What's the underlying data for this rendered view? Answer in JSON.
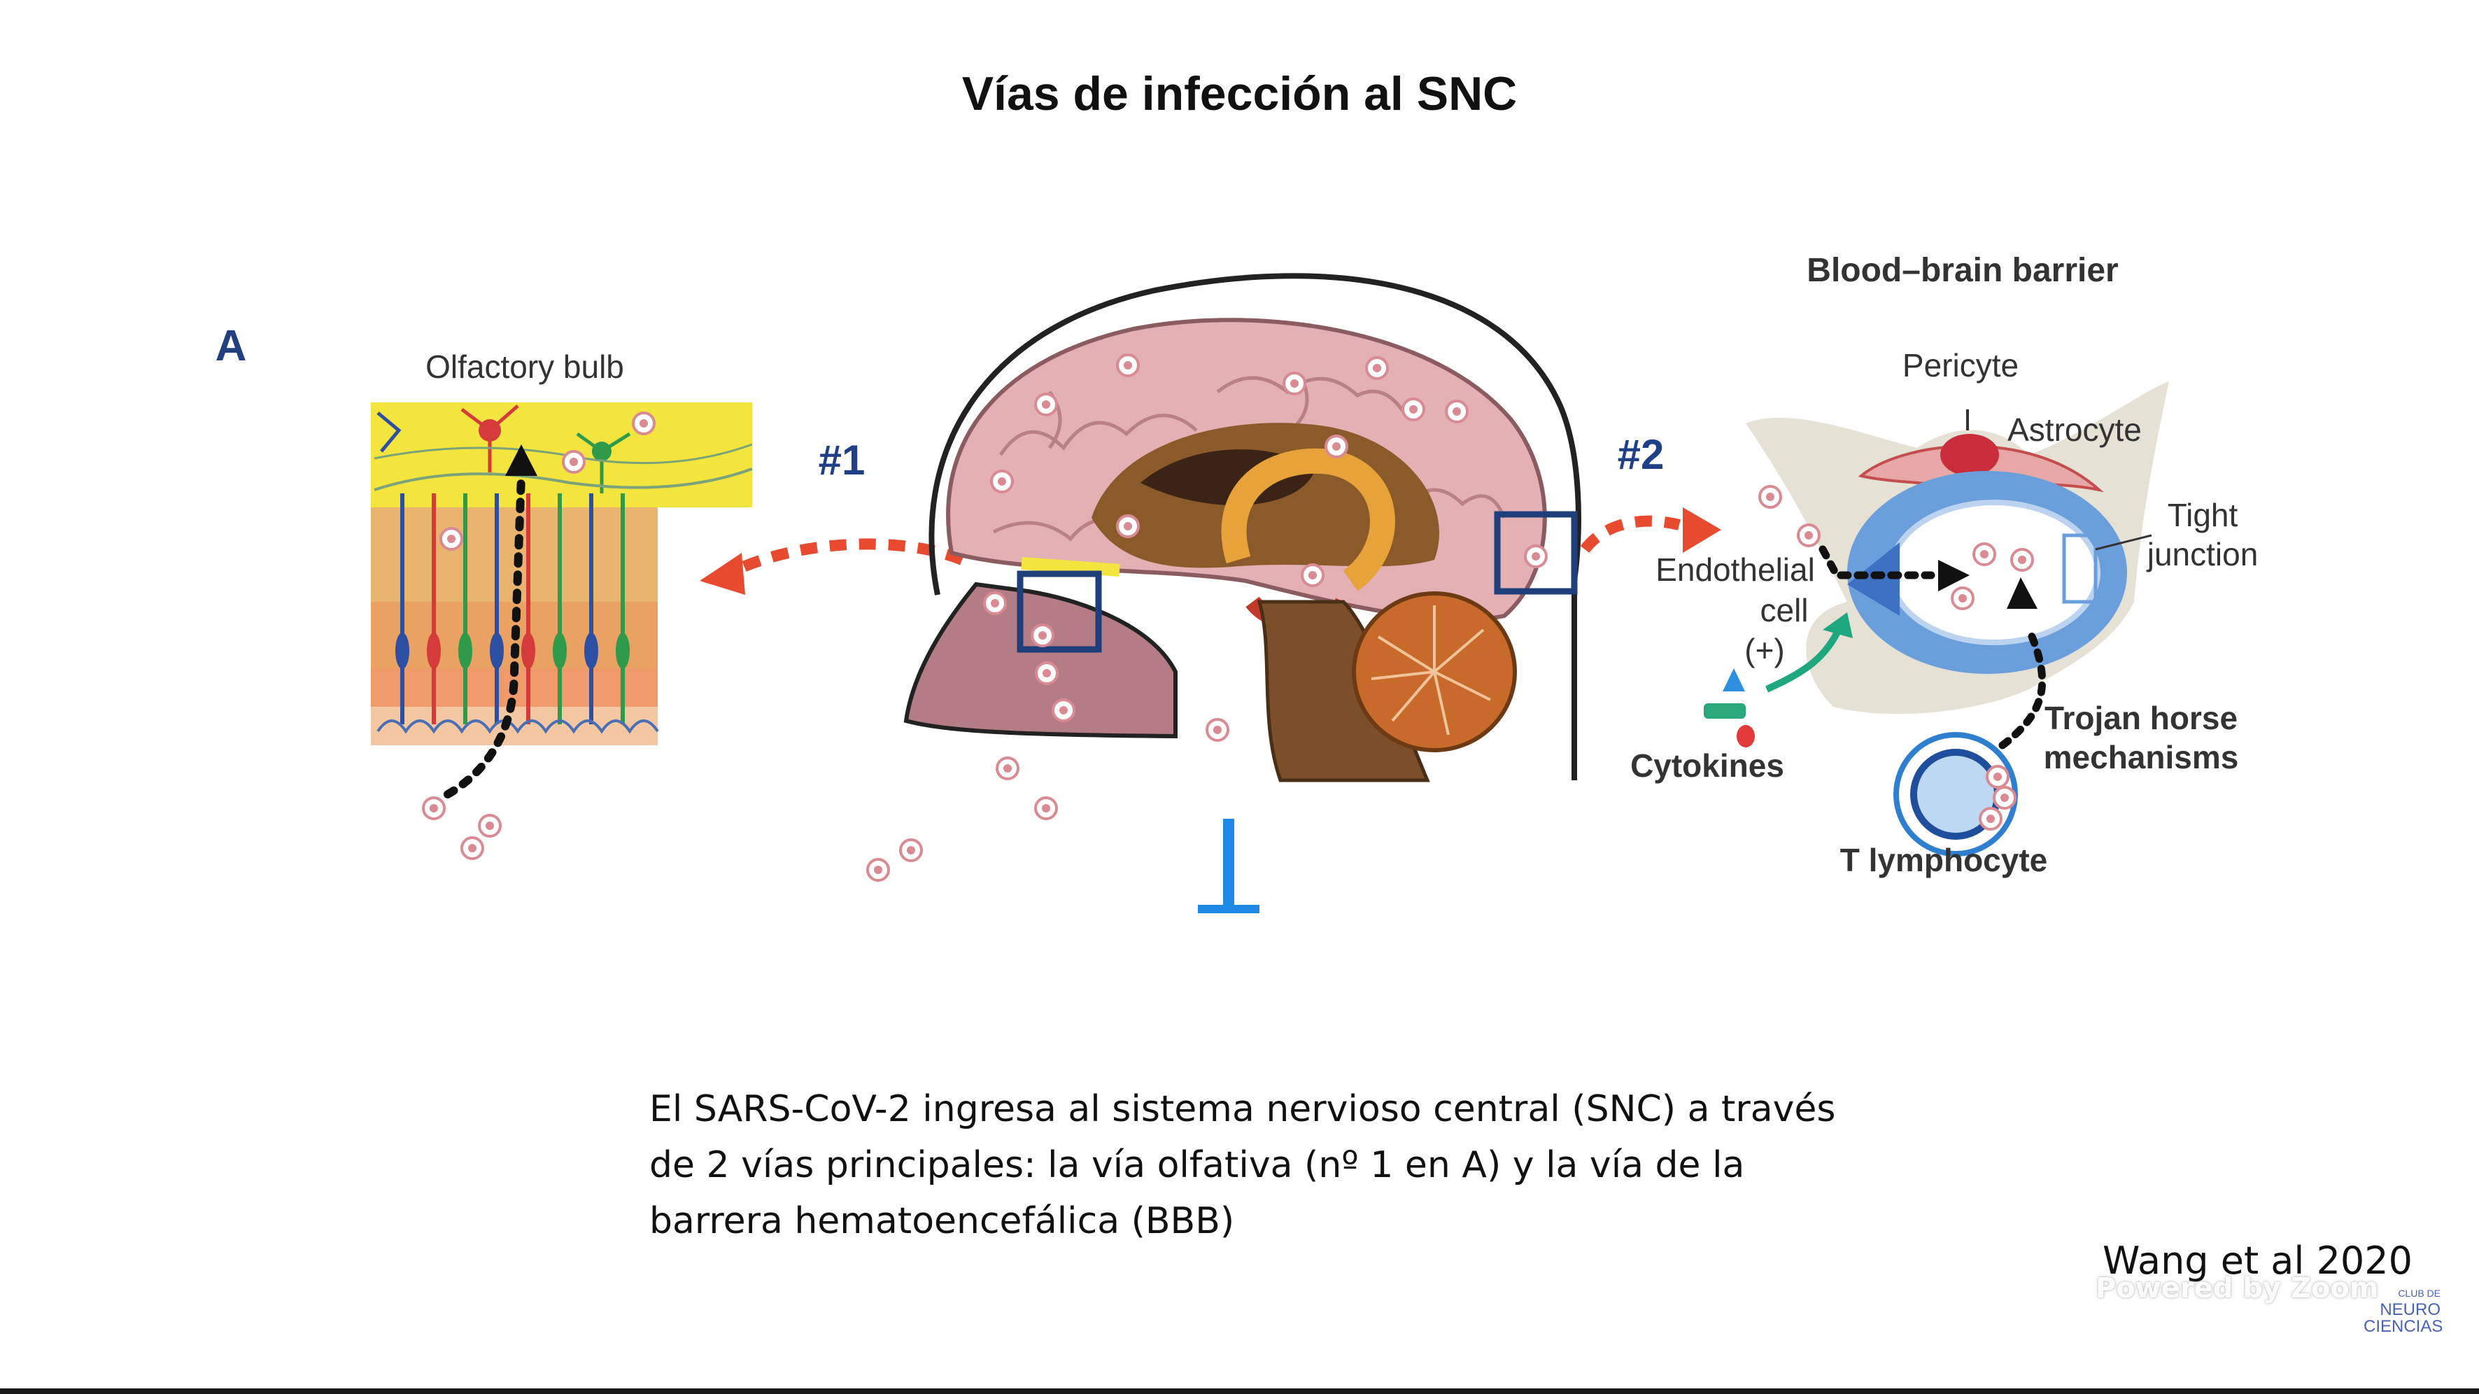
{
  "slide": {
    "title": "Vías de infección al SNC",
    "caption_lines": [
      "El SARS-CoV-2 ingresa al sistema nervioso central (SNC) a través",
      "de 2 vías principales: la vía olfativa (nº 1 en A) y la vía de la",
      "barrera hematoencefálica (BBB)"
    ],
    "citation": "Wang et al 2020"
  },
  "figure": {
    "panel_letter": "A",
    "olfactory_bulb_label": "Olfactory bulb",
    "route1_label": "#1",
    "route2_label": "#2",
    "bbb_title": "Blood–brain barrier",
    "pericyte_label": "Pericyte",
    "astrocyte_label": "Astrocyte",
    "tight_junction_lines": [
      "Tight",
      "junction"
    ],
    "endothelial_lines": [
      "Endothelial",
      "cell"
    ],
    "plus_label": "(+)",
    "cytokines_label": "Cytokines",
    "trojan_lines": [
      "Trojan horse",
      "mechanisms"
    ],
    "t_lymphocyte_label": "T lymphocyte",
    "colors": {
      "route_arrow": "#e84a2f",
      "route_label": "#1f3f86",
      "brain_pink": "#e3b0b3",
      "highlight_box": "#1e3f7a",
      "olfactory_yellow": "#f2e23a",
      "vessel_blue": "#5b8fd0"
    }
  },
  "overlay": {
    "watermark": "Powered by Zoom",
    "logo_small": "CLUB DE",
    "logo_mid": "NEURO",
    "logo_big": "CIENCIAS"
  }
}
